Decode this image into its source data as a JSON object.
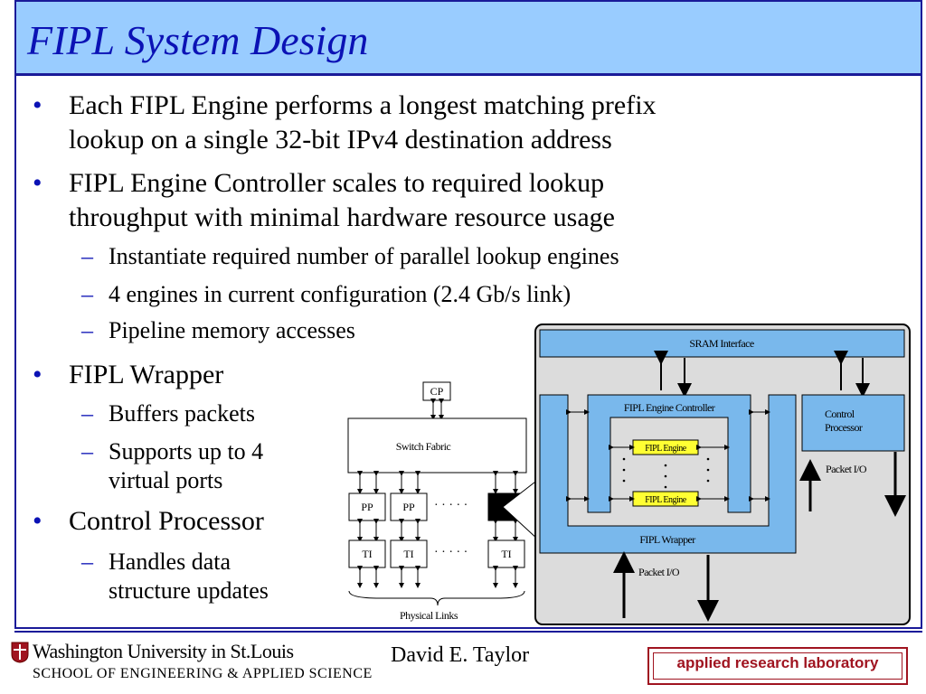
{
  "slide": {
    "title": "FIPL System Design",
    "bullets": [
      {
        "text_l1": "Each FIPL Engine performs a longest matching prefix",
        "text_l2": "lookup on a single 32-bit IPv4 destination address"
      },
      {
        "text_l1": "FIPL Engine Controller scales to required lookup",
        "text_l2": "throughput with minimal hardware resource usage"
      }
    ],
    "controller_subs": [
      "Instantiate required number of parallel lookup engines",
      "4 engines in current configuration (2.4 Gb/s link)",
      "Pipeline memory accesses"
    ],
    "wrapper_bullet": "FIPL Wrapper",
    "wrapper_subs": [
      "Buffers packets",
      "Supports up to 4",
      "virtual ports"
    ],
    "cp_bullet": "Control Processor",
    "cp_subs": [
      "Handles data",
      "structure updates"
    ]
  },
  "left_diagram": {
    "cp_label": "CP",
    "switch_label": "Switch Fabric",
    "pp_label": "PP",
    "ti_label": "TI",
    "links_label": "Physical Links",
    "dots": "· · · · ·"
  },
  "right_diagram": {
    "sram_label": "SRAM Interface",
    "controller_label": "FIPL Engine Controller",
    "engine_label": "FIPL Engine",
    "cp_label_l1": "Control",
    "cp_label_l2": "Processor",
    "packet_io_label": "Packet I/O",
    "wrapper_label": "FIPL Wrapper",
    "colors": {
      "panel": "#dcdcdc",
      "box": "#79b8ec",
      "engine": "#ffff33"
    }
  },
  "footer": {
    "university": "Washington University in St.Louis",
    "school": "SCHOOL OF ENGINEERING & APPLIED SCIENCE",
    "author": "David E. Taylor",
    "lab": "applied research laboratory"
  }
}
